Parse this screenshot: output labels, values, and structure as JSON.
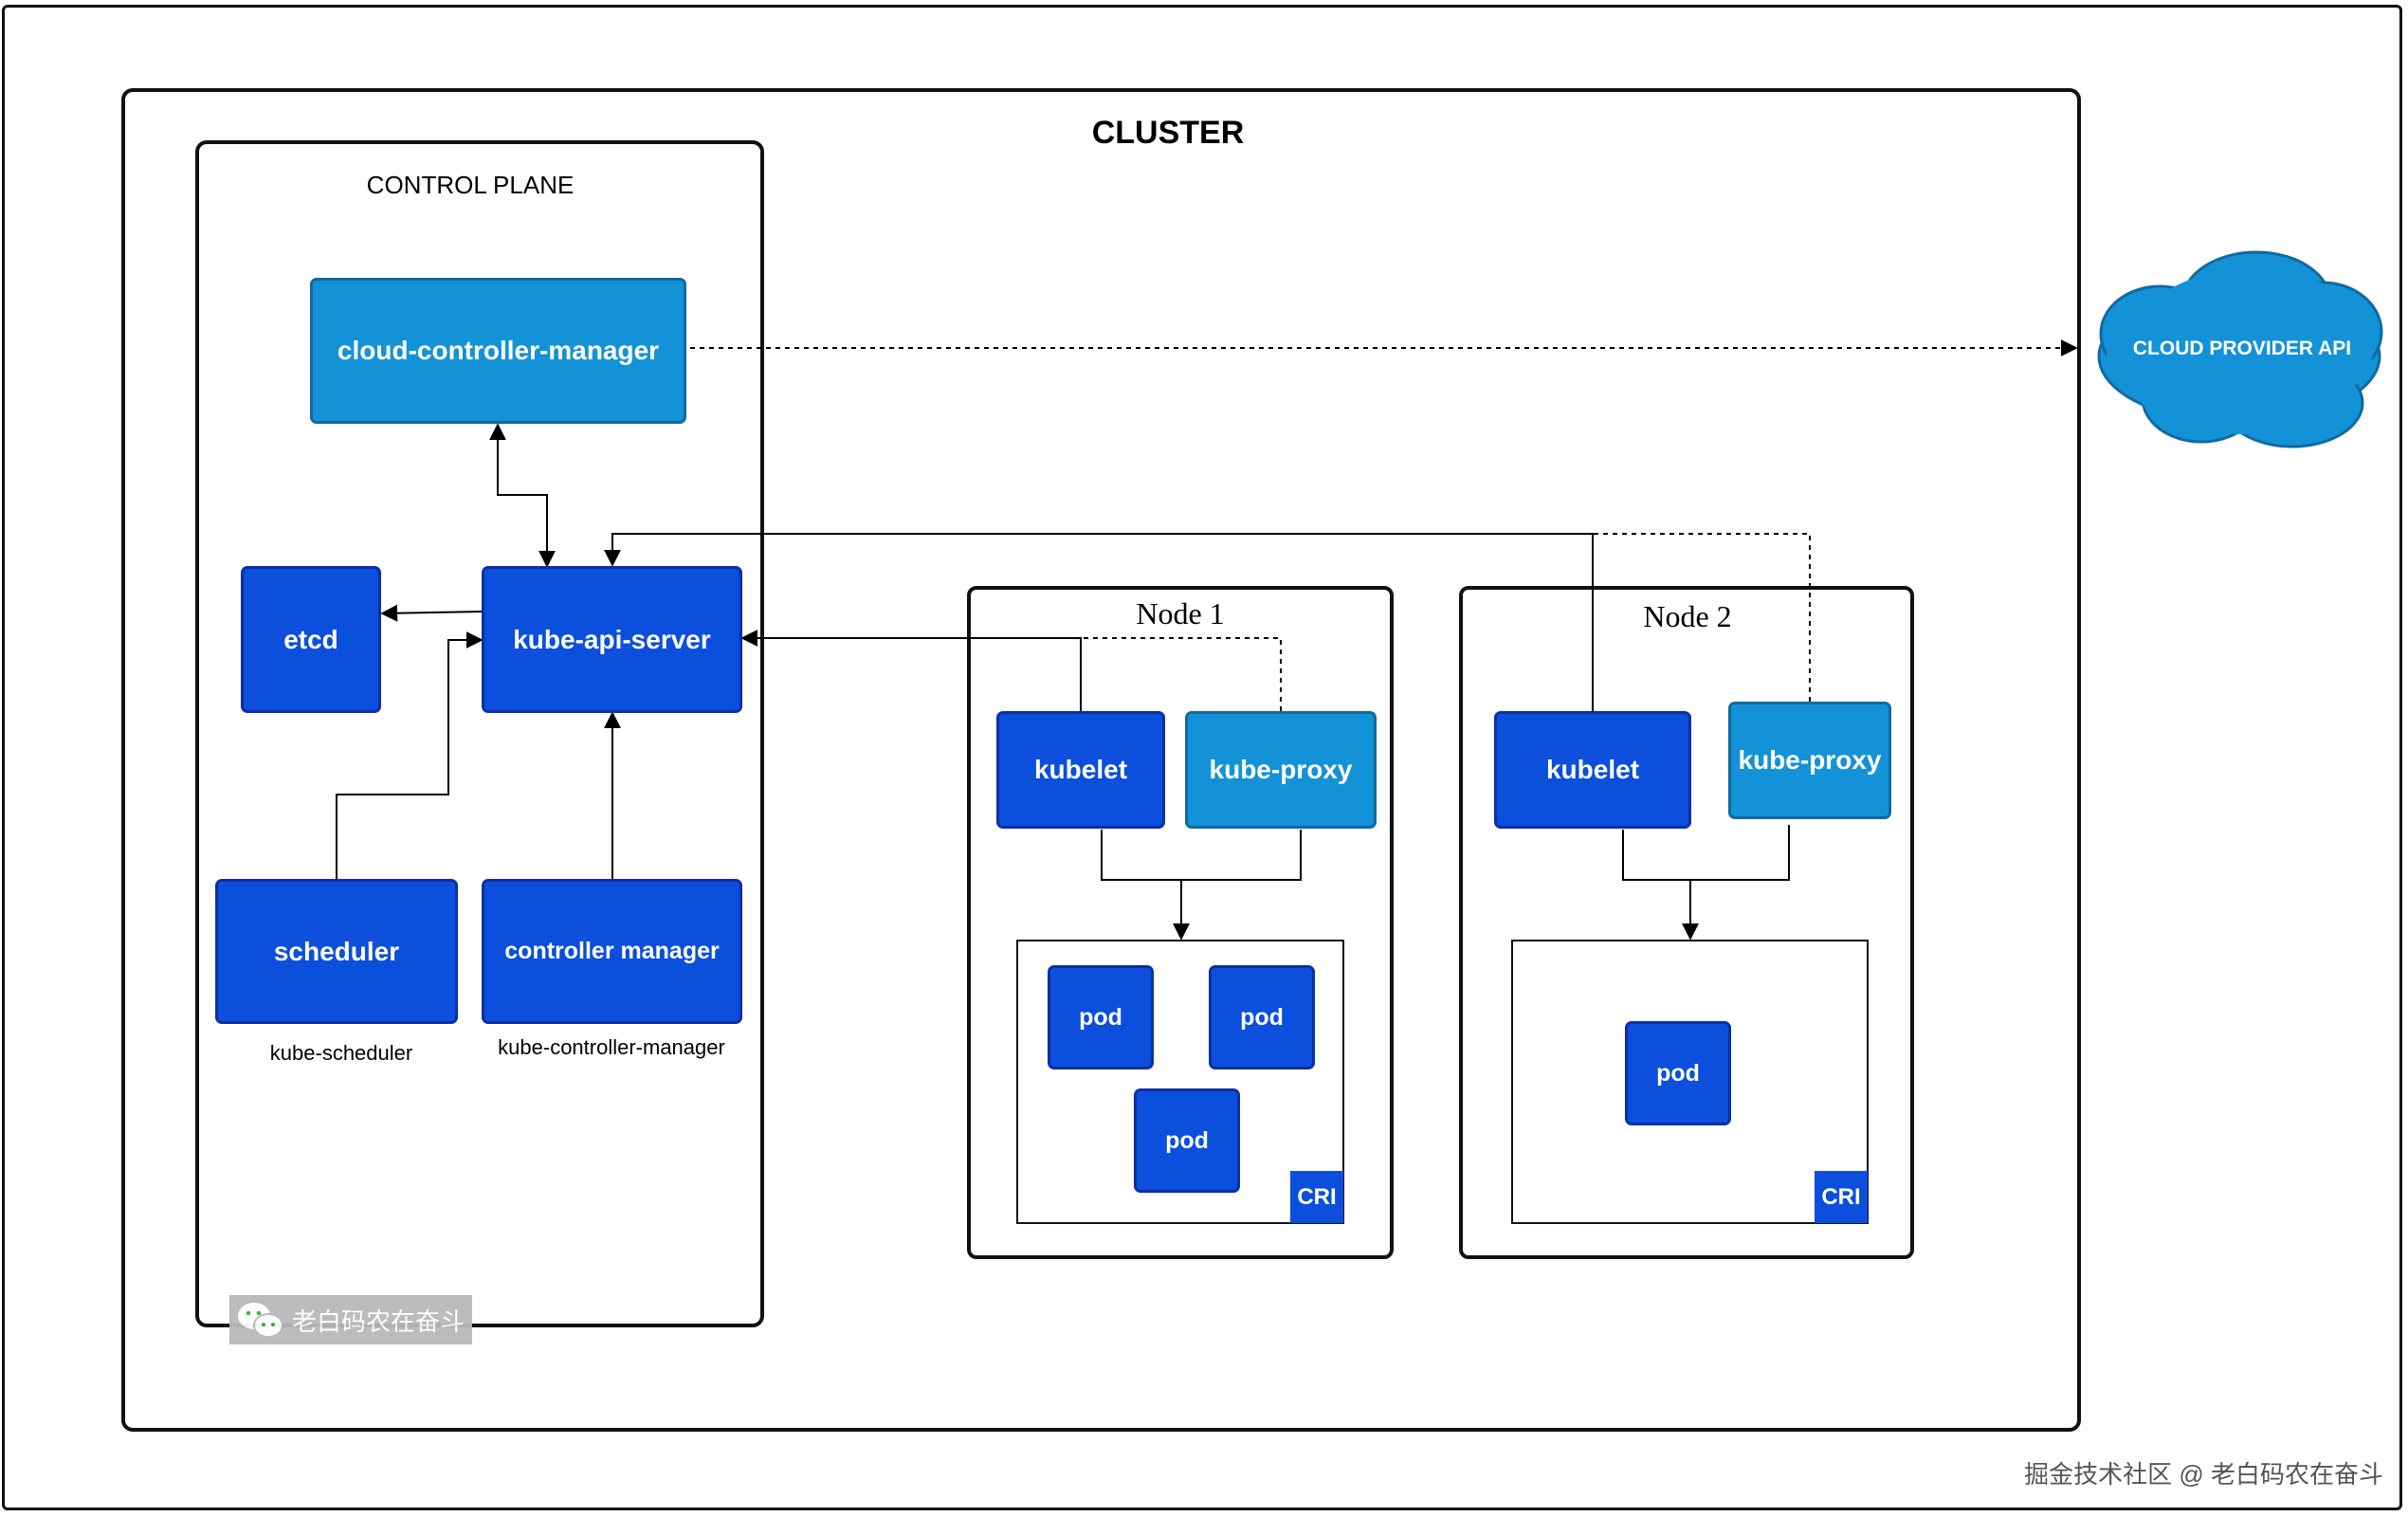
{
  "cluster": {
    "title": "CLUSTER"
  },
  "control_plane": {
    "title": "CONTROL PLANE",
    "components": {
      "cloud_controller_manager": "cloud-controller-manager",
      "etcd": "etcd",
      "kube_api_server": "kube-api-server",
      "scheduler": "scheduler",
      "controller_manager": "controller manager"
    },
    "sublabels": {
      "scheduler": "kube-scheduler",
      "controller_manager": "kube-controller-manager"
    }
  },
  "nodes": [
    {
      "title": "Node 1",
      "kubelet": "kubelet",
      "kube_proxy": "kube-proxy",
      "pods": [
        "pod",
        "pod",
        "pod"
      ],
      "runtime": "CRI"
    },
    {
      "title": "Node 2",
      "kubelet": "kubelet",
      "kube_proxy": "kube-proxy",
      "pods": [
        "pod"
      ],
      "runtime": "CRI"
    }
  ],
  "cloud_provider": {
    "label": "CLOUD PROVIDER API"
  },
  "watermark": {
    "text": "老白码农在奋斗"
  },
  "footer": {
    "credit": "掘金技术社区 @ 老白码农在奋斗"
  },
  "colors": {
    "component_dark": "#0b4fdc",
    "component_light": "#1492d8",
    "cloud": "#1492d8",
    "border": "#111111"
  },
  "icons": [
    "wechat-icon"
  ]
}
